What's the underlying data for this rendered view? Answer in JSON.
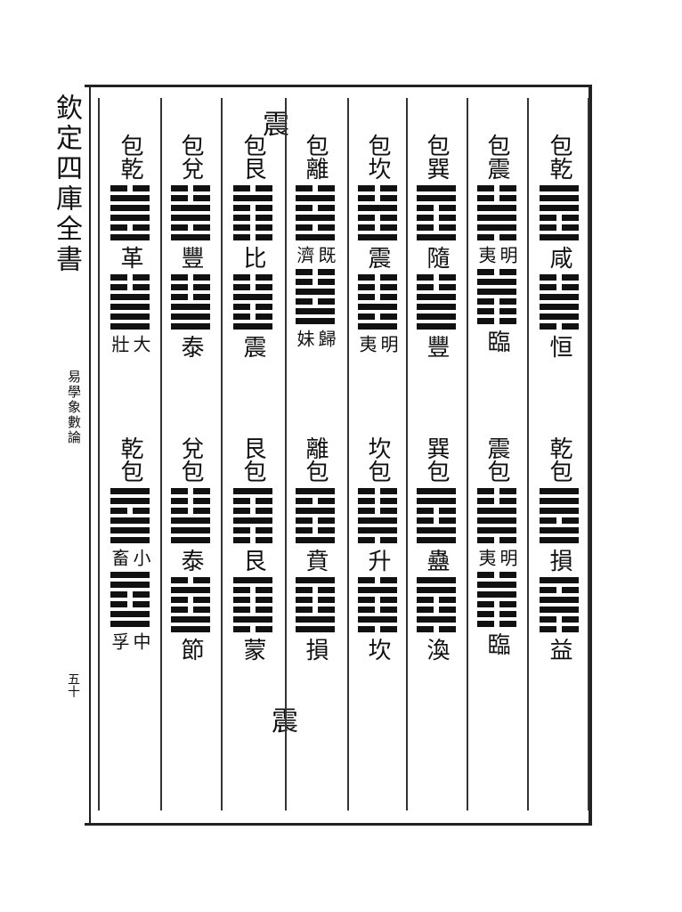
{
  "margin": {
    "title": "欽定四庫全書",
    "subtitle": "易學象數論",
    "page_number": "五十"
  },
  "floating": {
    "top": "震",
    "bottom": "震"
  },
  "columns": [
    {
      "id": "c1",
      "top": {
        "label": [
          "包",
          "乾"
        ],
        "hex1": [
          1,
          1,
          1,
          0,
          0,
          1
        ],
        "name1": [
          "咸"
        ],
        "hex2": [
          0,
          0,
          1,
          1,
          1,
          0
        ],
        "name2": [
          "恒"
        ]
      },
      "bottom": {
        "label": [
          "乾",
          "包"
        ],
        "hex1": [
          1,
          1,
          1,
          0,
          1,
          1
        ],
        "name1": [
          "損"
        ],
        "hex2": [
          1,
          0,
          1,
          1,
          0,
          0
        ],
        "name2": [
          "益"
        ]
      }
    },
    {
      "id": "c2",
      "top": {
        "label": [
          "包",
          "震"
        ],
        "hex1": [
          0,
          0,
          1,
          1,
          1,
          0
        ],
        "name1": [
          "明",
          "夷"
        ],
        "hex2": [
          0,
          1,
          1,
          0,
          0,
          0
        ],
        "name2": [
          "臨"
        ]
      },
      "bottom": {
        "label": [
          "震",
          "包"
        ],
        "hex1": [
          0,
          0,
          1,
          1,
          1,
          0
        ],
        "name1": [
          "明",
          "夷"
        ],
        "hex2": [
          0,
          1,
          1,
          0,
          0,
          0
        ],
        "name2": [
          "臨"
        ]
      }
    },
    {
      "id": "c3",
      "top": {
        "label": [
          "包",
          "巽"
        ],
        "hex1": [
          1,
          1,
          0,
          0,
          0,
          1
        ],
        "name1": [
          "隨"
        ],
        "hex2": [
          0,
          0,
          1,
          1,
          1,
          1
        ],
        "name2": [
          "豐"
        ]
      },
      "bottom": {
        "label": [
          "巽",
          "包"
        ],
        "hex1": [
          1,
          1,
          0,
          0,
          1,
          1
        ],
        "name1": [
          "蠱"
        ],
        "hex2": [
          1,
          1,
          0,
          0,
          1,
          0
        ],
        "name2": [
          "渙"
        ]
      }
    },
    {
      "id": "c4",
      "top": {
        "label": [
          "包",
          "坎"
        ],
        "hex1": [
          0,
          0,
          1,
          0,
          0,
          1
        ],
        "name1": [
          "震"
        ],
        "hex2": [
          0,
          0,
          0,
          1,
          0,
          1
        ],
        "name2": [
          "明",
          "夷"
        ]
      },
      "bottom": {
        "label": [
          "坎",
          "包"
        ],
        "hex1": [
          0,
          0,
          0,
          1,
          1,
          0
        ],
        "name1": [
          "升"
        ],
        "hex2": [
          0,
          1,
          0,
          0,
          1,
          0
        ],
        "name2": [
          "坎"
        ]
      }
    },
    {
      "id": "c5",
      "top": {
        "label": [
          "包",
          "離"
        ],
        "hex1": [
          0,
          1,
          0,
          1,
          0,
          1
        ],
        "name1": [
          "既",
          "濟"
        ],
        "hex2": [
          0,
          0,
          1,
          0,
          1,
          1
        ],
        "name2": [
          "歸",
          "妹"
        ]
      },
      "bottom": {
        "label": [
          "離",
          "包"
        ],
        "hex1": [
          1,
          0,
          1,
          0,
          0,
          1
        ],
        "name1": [
          "賁"
        ],
        "hex2": [
          1,
          0,
          0,
          0,
          1,
          1
        ],
        "name2": [
          "損"
        ]
      }
    },
    {
      "id": "c6",
      "top": {
        "label": [
          "包",
          "艮"
        ],
        "hex1": [
          0,
          1,
          0,
          0,
          0,
          0
        ],
        "name1": [
          "比"
        ],
        "hex2": [
          0,
          0,
          1,
          0,
          0,
          1
        ],
        "name2": [
          "震"
        ]
      },
      "bottom": {
        "label": [
          "艮",
          "包"
        ],
        "hex1": [
          1,
          0,
          0,
          1,
          0,
          0
        ],
        "name1": [
          "艮"
        ],
        "hex2": [
          1,
          0,
          0,
          0,
          1,
          0
        ],
        "name2": [
          "蒙"
        ]
      }
    },
    {
      "id": "c7",
      "top": {
        "label": [
          "包",
          "兌"
        ],
        "hex1": [
          0,
          0,
          1,
          1,
          0,
          1
        ],
        "name1": [
          "豐"
        ],
        "hex2": [
          0,
          0,
          0,
          1,
          1,
          1
        ],
        "name2": [
          "泰"
        ]
      },
      "bottom": {
        "label": [
          "兌",
          "包"
        ],
        "hex1": [
          0,
          0,
          0,
          1,
          1,
          1
        ],
        "name1": [
          "泰"
        ],
        "hex2": [
          0,
          1,
          0,
          0,
          1,
          1
        ],
        "name2": [
          "節"
        ]
      }
    },
    {
      "id": "c8",
      "top": {
        "label": [
          "包",
          "乾"
        ],
        "hex1": [
          0,
          1,
          1,
          1,
          0,
          1
        ],
        "name1": [
          "革"
        ],
        "hex2": [
          0,
          0,
          1,
          1,
          1,
          1
        ],
        "name2": [
          "大",
          "壯"
        ]
      },
      "bottom": {
        "label": [
          "乾",
          "包"
        ],
        "hex1": [
          1,
          1,
          0,
          1,
          1,
          1
        ],
        "name1": [
          "小",
          "畜"
        ],
        "hex2": [
          1,
          1,
          0,
          0,
          1,
          1
        ],
        "name2": [
          "中",
          "孚"
        ]
      }
    }
  ]
}
